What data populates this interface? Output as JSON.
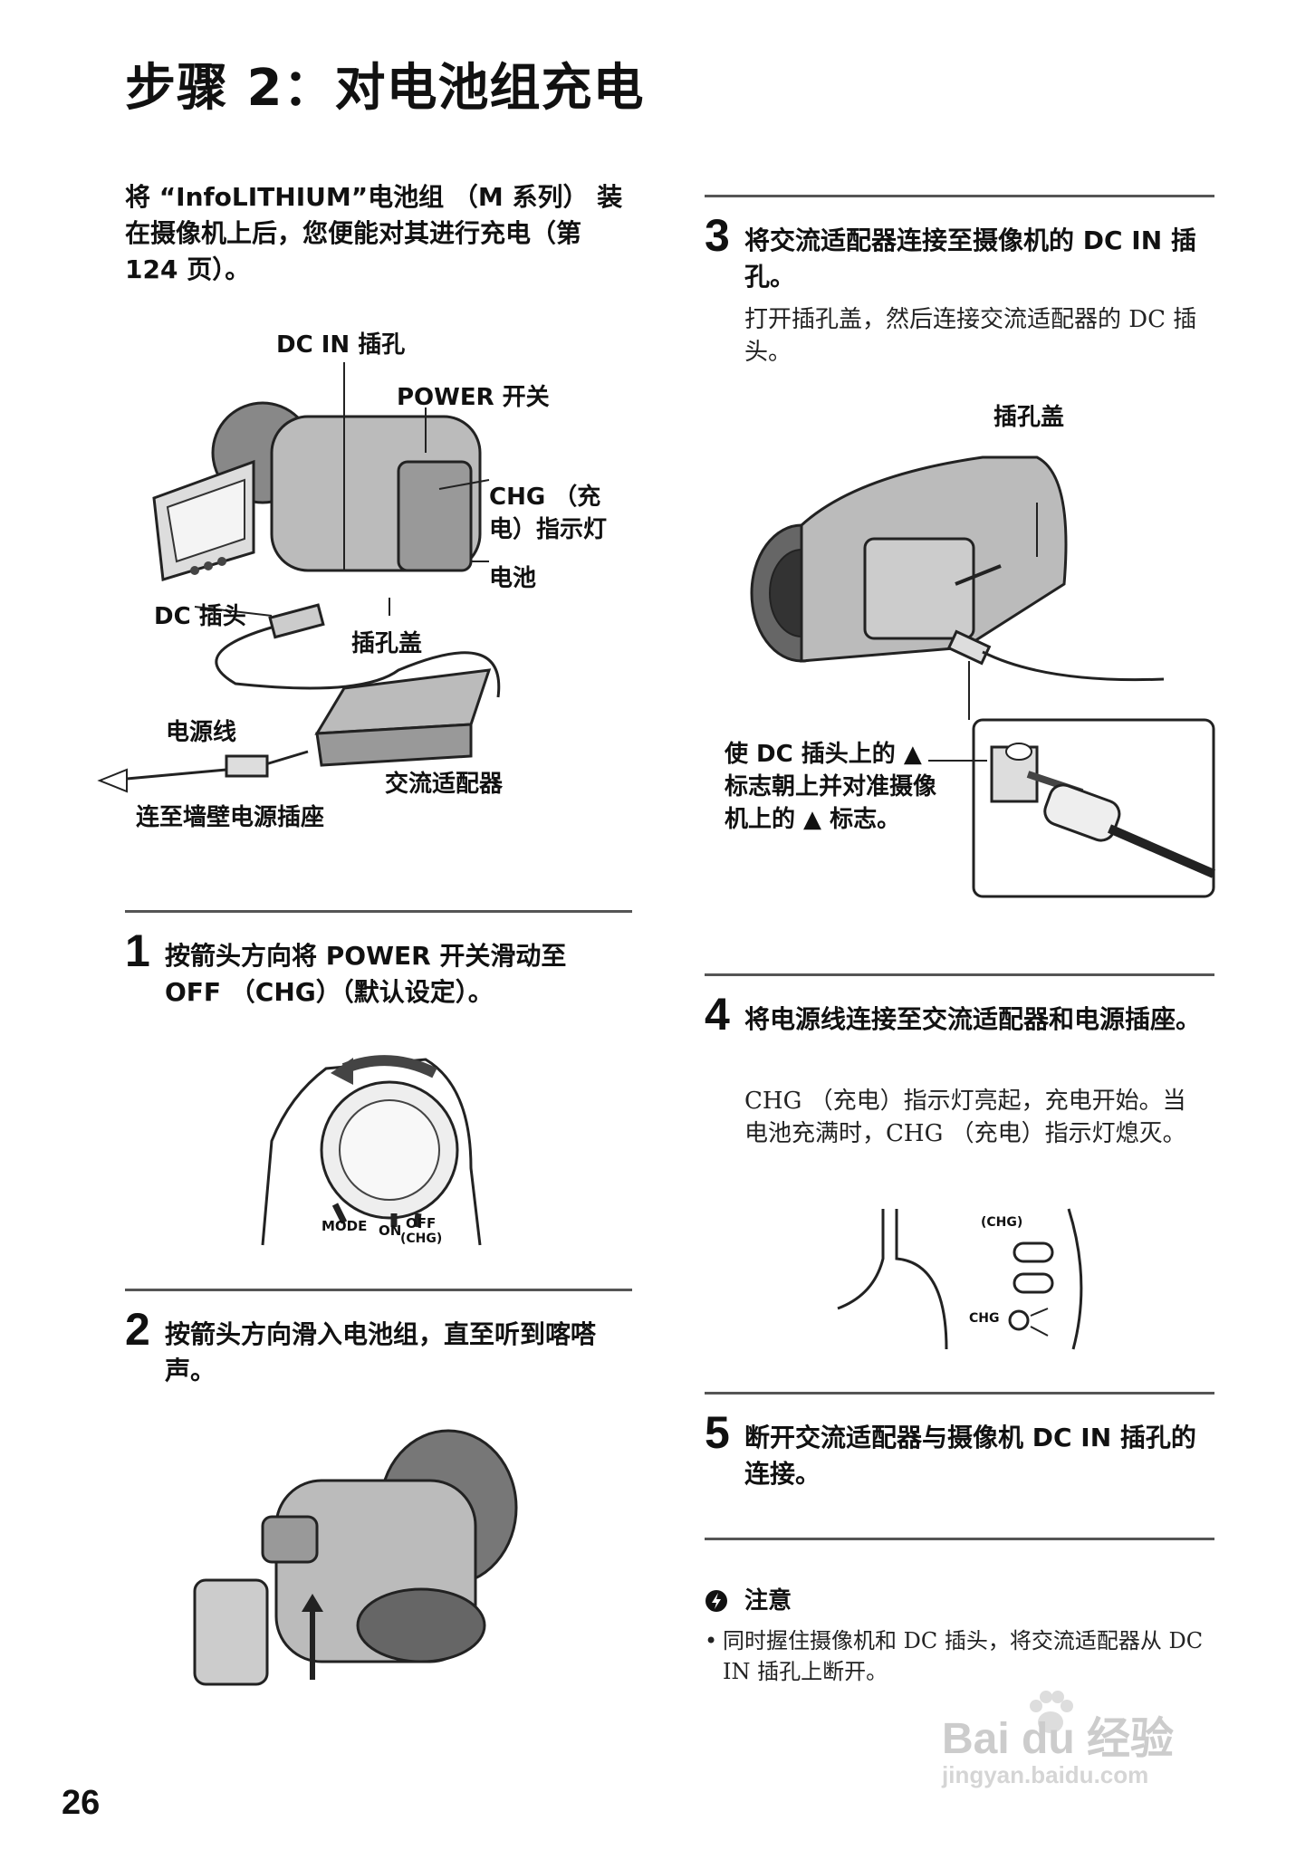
{
  "title": "步骤 2：对电池组充电",
  "intro": "将 “InfoLITHIUM”电池组 （M 系列） 装在摄像机上后，您便能对其进行充电（第 124 页）。",
  "diagram_main": {
    "dc_in": "DC IN 插孔",
    "power": "POWER 开关",
    "chg_line1": "CHG （充",
    "chg_line2": "电）指示灯",
    "battery": "电池",
    "dc_plug": "DC 插头",
    "jack_cover": "插孔盖",
    "power_cord": "电源线",
    "ac_adaptor": "交流适配器",
    "wall_outlet": "连至墙壁电源插座"
  },
  "steps": [
    {
      "num": "1",
      "text": "按箭头方向将 POWER 开关滑动至 OFF （CHG）（默认设定）。"
    },
    {
      "num": "2",
      "text": "按箭头方向滑入电池组，直至听到喀嗒声。"
    },
    {
      "num": "3",
      "text": "将交流适配器连接至摄像机的 DC IN 插孔。",
      "sub": "打开插孔盖，然后连接交流适配器的 DC 插头。"
    },
    {
      "num": "4",
      "text": "将电源线连接至交流适配器和电源插座。",
      "sub": "CHG （充电）指示灯亮起，充电开始。当电池充满时，CHG （充电）指示灯熄灭。"
    },
    {
      "num": "5",
      "text": "断开交流适配器与摄像机 DC IN 插孔的连接。"
    }
  ],
  "switch_labels": {
    "mode": "MODE",
    "on": "ON",
    "off": "OFF",
    "chg": "(CHG)"
  },
  "step3_diagram": {
    "jack_cover": "插孔盖",
    "align_note": "使 DC 插头上的 ▲ 标志朝上并对准摄像机上的 ▲ 标志。"
  },
  "step4_diagram": {
    "chg_top": "(CHG)",
    "chg_lamp": "CHG"
  },
  "note": {
    "title": "注意",
    "bullet": "同时握住摄像机和 DC 插头，将交流适配器从 DC IN 插孔上断开。"
  },
  "page_number": "26",
  "watermark": {
    "brand": "Bai du 经验",
    "url": "jingyan.baidu.com"
  }
}
